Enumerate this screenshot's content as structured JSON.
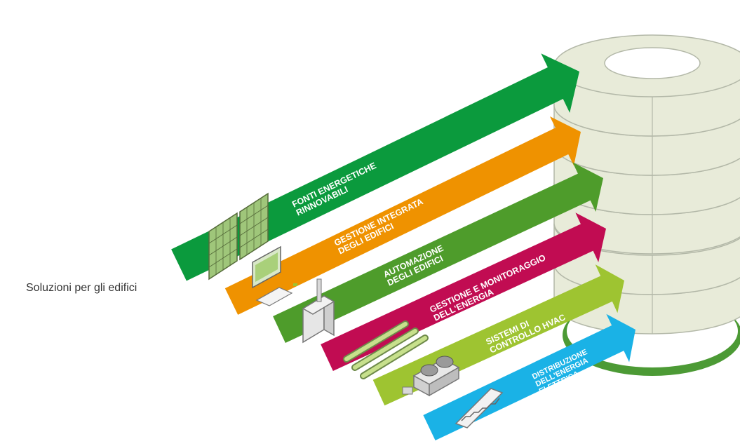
{
  "diagram": {
    "side_label": "Soluzioni per gli edifici",
    "colors": {
      "building_fill": "#e8ebd9",
      "building_stroke": "#b3b8a8",
      "ring": "#4c9a35"
    },
    "arrows": [
      {
        "id": "fonti",
        "lines": [
          "FONTI ENERGETICHE",
          "RINNOVABILI"
        ],
        "color": "#0b9a3d",
        "icon": "solar-panel-icon"
      },
      {
        "id": "gestione-integrata",
        "lines": [
          "GESTIONE INTEGRATA",
          "DEGLI EDIFICI"
        ],
        "color": "#ef9200",
        "icon": "computer-icon"
      },
      {
        "id": "automazione",
        "lines": [
          "AUTOMAZIONE",
          "DEGLI EDIFICI"
        ],
        "color": "#4e9c2b",
        "icon": "control-cabinet-icon"
      },
      {
        "id": "gestione-monitoraggio",
        "lines": [
          "GESTIONE E MONITORAGGIO",
          "DELL'ENERGIA"
        ],
        "color": "#c10c52",
        "icon": "busbar-pipes-icon"
      },
      {
        "id": "hvac",
        "lines": [
          "SISTEMI DI",
          "CONTROLLO HVAC"
        ],
        "color": "#9ec431",
        "icon": "hvac-unit-icon"
      },
      {
        "id": "distribuzione",
        "lines": [
          "DISTRIBUZIONE",
          "DELL'ENERGIA",
          "ELETTRICA"
        ],
        "color": "#1ab2e6",
        "icon": "escalator-icon"
      }
    ]
  }
}
